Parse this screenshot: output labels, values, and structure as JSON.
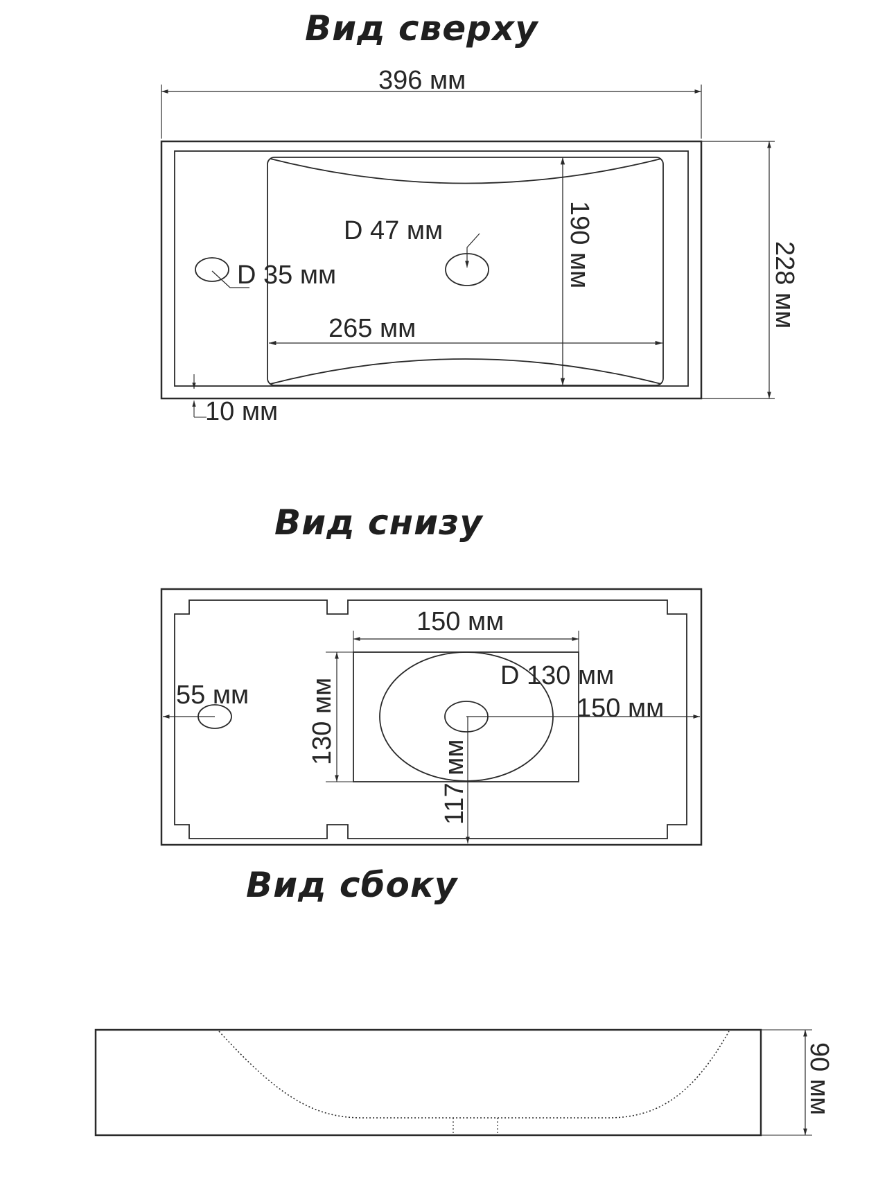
{
  "views": {
    "top": {
      "title": "Вид сверху",
      "width_label": "396 мм",
      "depth_label": "228 мм",
      "bowl_depth_label": "190 мм",
      "bowl_width_label": "265 мм",
      "drain_label": "D 47 мм",
      "tap_hole_label": "D 35 мм",
      "rim_label": "10 мм"
    },
    "bottom": {
      "title": "Вид снизу",
      "plate_width_label": "150 мм",
      "plate_height_label": "130 мм",
      "ring_label": "D 130 мм",
      "right_offset_label": "150 мм",
      "left_offset_label": "55 мм",
      "drain_offset_label": "117 мм"
    },
    "side": {
      "title": "Вид сбоку",
      "height_label": "90 мм"
    }
  }
}
